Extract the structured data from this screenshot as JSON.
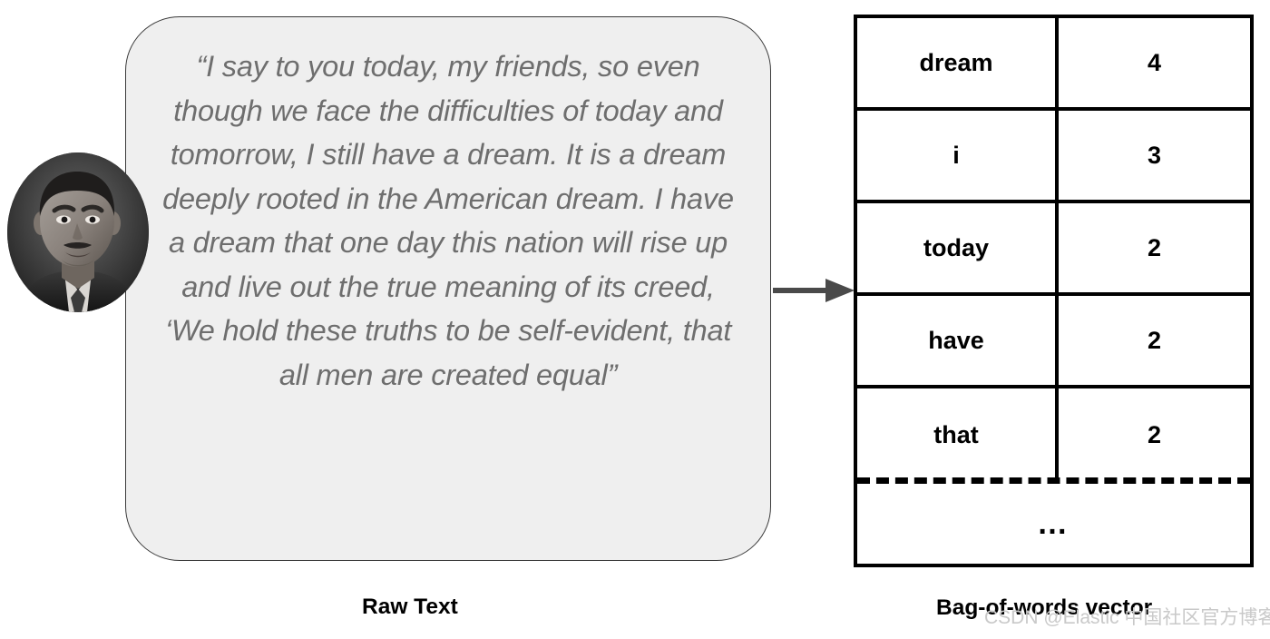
{
  "raw_text": {
    "quote": "“I say to you today, my friends, so even though we face the difficulties of today and tomorrow, I still have a dream. It is a dream deeply rooted in the American dream. I have a dream that one day this nation will rise up and live out the true meaning of its creed, ‘We hold these truths to be self-evident, that all men are created equal”",
    "caption": "Raw Text",
    "portrait_alt": "martin-luther-king-portrait",
    "background_color": "#efefef",
    "text_color": "#6e6e6e",
    "border_color": "#3a3a3a"
  },
  "arrow": {
    "name": "flow-arrow",
    "direction": "right",
    "color": "#4a4a4a"
  },
  "bag_of_words": {
    "caption": "Bag-of-words vector",
    "border_color": "#000000",
    "text_color": "#000000",
    "ellipsis": "…",
    "rows": [
      {
        "word": "dream",
        "count": "4"
      },
      {
        "word": "i",
        "count": "3"
      },
      {
        "word": "today",
        "count": "2"
      },
      {
        "word": "have",
        "count": "2"
      },
      {
        "word": "that",
        "count": "2"
      }
    ]
  },
  "watermark": {
    "text": "CSDN @Elastic 中国社区官方博客",
    "color": "#c9c9c9"
  }
}
